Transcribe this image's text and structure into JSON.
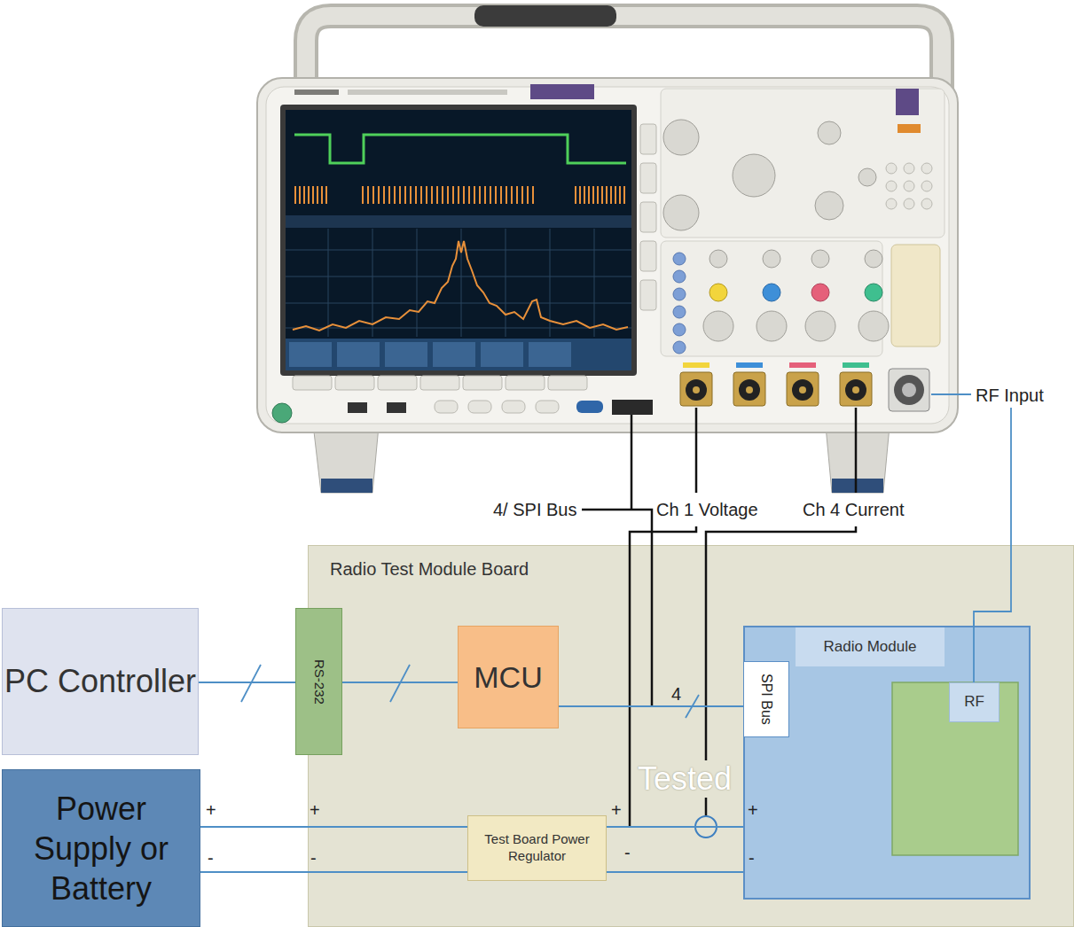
{
  "diagram": {
    "nodes": [
      {
        "text": [
          "PC Controller"
        ]
      },
      {
        "text": [
          "Power Supply or Battery"
        ]
      },
      {
        "text": [
          "Radio Test Module Board"
        ]
      },
      {
        "text": [
          "RS-232"
        ],
        "in": 2
      },
      {
        "text": [
          "MCU"
        ],
        "in": 2
      },
      {
        "text": [
          "Test Board Power Regulator"
        ],
        "in": 2
      },
      {
        "text": [
          "Radio Module"
        ],
        "in": 2
      },
      {
        "text": [
          "SPI Bus"
        ],
        "in": 6
      },
      {
        "text": [
          "RF"
        ],
        "in": 6
      }
    ],
    "edges": [
      {
        "from": 0,
        "to": 3,
        "arrow": "none"
      },
      {
        "from": 3,
        "to": 4,
        "arrow": "none"
      },
      {
        "from": 4,
        "to": 7,
        "label": "4",
        "arrow": "none"
      },
      {
        "from": 1,
        "to": 5,
        "arrow": "none"
      },
      {
        "from": 1,
        "to": 5,
        "arrow": "none"
      },
      {
        "from": 5,
        "to": 6,
        "arrow": "none"
      },
      {
        "from": 5,
        "to": 6,
        "arrow": "none"
      }
    ],
    "labels": [
      "4/ SPI Bus",
      "Ch 1 Voltage",
      "Ch 4 Current",
      "RF Input",
      "Tested",
      "+",
      "+",
      "+",
      "+",
      "-",
      "-",
      "-",
      "-"
    ]
  }
}
